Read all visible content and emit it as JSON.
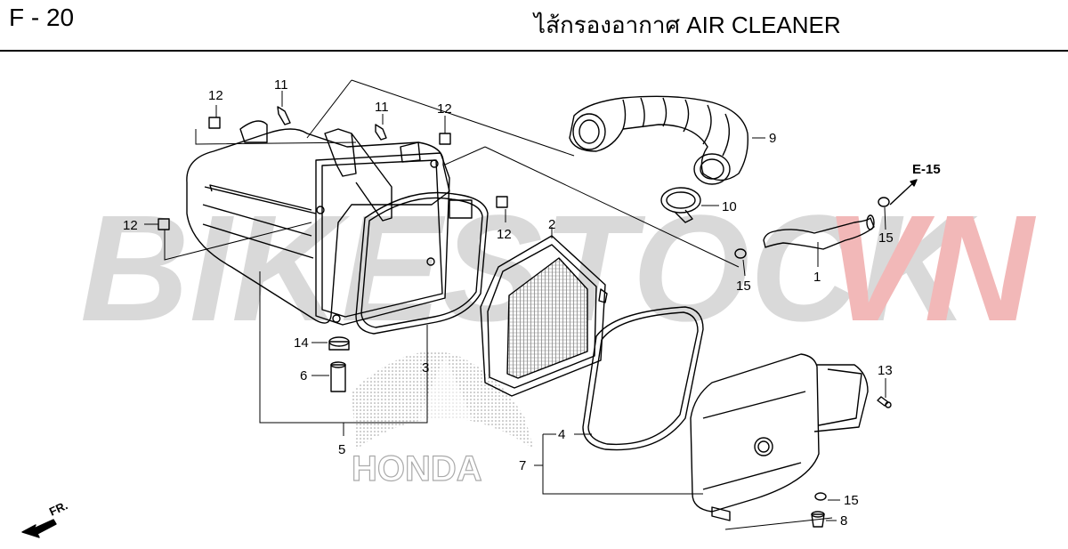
{
  "header": {
    "code": "F - 20",
    "title": "ไส้กรองอากาศ  AIR CLEANER"
  },
  "watermark": {
    "text_left": "BIKESTOCK",
    "text_right": "VN",
    "color_left": "#d9d9d9",
    "color_right": "#f2b8b8"
  },
  "logo_text": "HONDA",
  "direction_label": "FR.",
  "reference_label": "E-15",
  "callouts": {
    "c1": "1",
    "c2": "2",
    "c3": "3",
    "c4": "4",
    "c5": "5",
    "c6": "6",
    "c7": "7",
    "c8": "8",
    "c9": "9",
    "c10": "10",
    "c11a": "11",
    "c11b": "11",
    "c12a": "12",
    "c12b": "12",
    "c12c": "12",
    "c12d": "12",
    "c13": "13",
    "c14": "14",
    "c15a": "15",
    "c15b": "15",
    "c15c": "15"
  }
}
